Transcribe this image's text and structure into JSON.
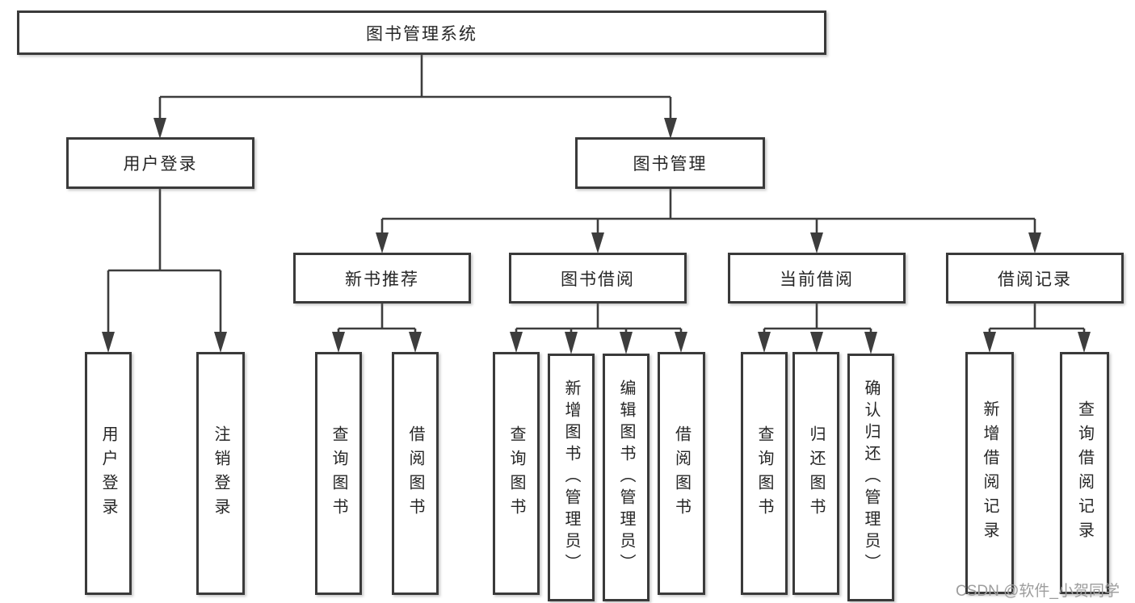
{
  "tree": {
    "label": "图书管理系统",
    "children": [
      {
        "label": "用户登录",
        "children": [
          {
            "label": "用户登录"
          },
          {
            "label": "注销登录"
          }
        ]
      },
      {
        "label": "图书管理",
        "children": [
          {
            "label": "新书推荐",
            "children": [
              {
                "label": "查询图书"
              },
              {
                "label": "借阅图书"
              }
            ]
          },
          {
            "label": "图书借阅",
            "children": [
              {
                "label": "查询图书"
              },
              {
                "label": "新增图书（管理员）"
              },
              {
                "label": "编辑图书（管理员）"
              },
              {
                "label": "借阅图书"
              }
            ]
          },
          {
            "label": "当前借阅",
            "children": [
              {
                "label": "查询图书"
              },
              {
                "label": "归还图书"
              },
              {
                "label": "确认归还（管理员）"
              }
            ]
          },
          {
            "label": "借阅记录",
            "children": [
              {
                "label": "新增借阅记录"
              },
              {
                "label": "查询借阅记录"
              }
            ]
          }
        ]
      }
    ]
  },
  "watermark": "CSDN @软件_小贺同学",
  "colors": {
    "line": "#3d3d3d",
    "box_border": "#3a3a3a",
    "text": "#262626",
    "watermark": "#9d9d9d",
    "background": "#ffffff"
  }
}
